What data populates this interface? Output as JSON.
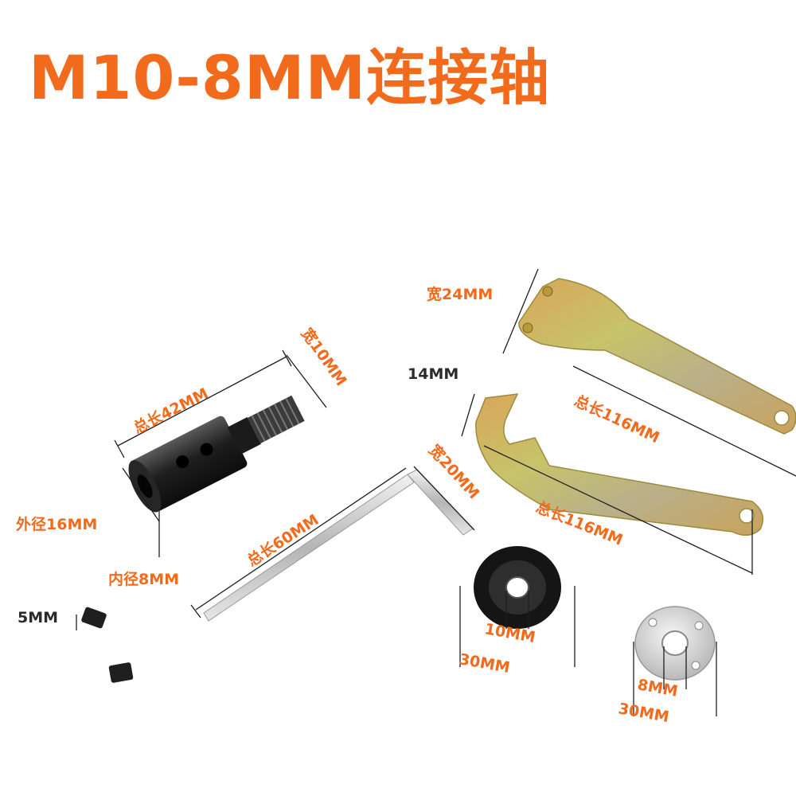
{
  "title": "M10-8MM连接轴",
  "colors": {
    "accent": "#F26B1D",
    "dark_label": "#2b2b2b",
    "metal_dark": "#1c1c1c",
    "wrench": "#c9b24a"
  },
  "labels": {
    "shaft_length": "总长42MM",
    "shaft_width": "宽10MM",
    "outer_diameter": "外径16MM",
    "inner_diameter": "内径8MM",
    "screw_size": "5MM",
    "key_length": "总长60MM",
    "key_width": "宽20MM",
    "pin_wrench_width": "宽24MM",
    "pin_wrench_length": "总长116MM",
    "open_wrench_jaw": "14MM",
    "open_wrench_length": "总长116MM",
    "black_flange_inner": "10MM",
    "black_flange_outer": "30MM",
    "silver_nut_inner": "8MM",
    "silver_nut_outer": "30MM"
  }
}
